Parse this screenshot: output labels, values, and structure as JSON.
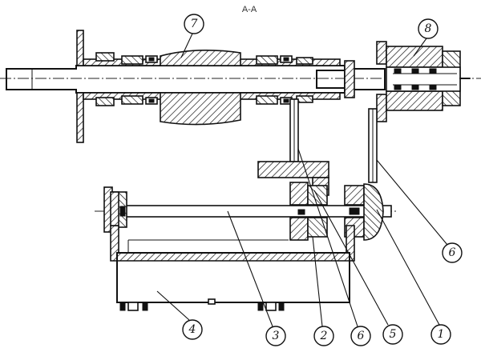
{
  "section_label": "A-A",
  "callouts": [
    "7",
    "8",
    "6",
    "4",
    "3",
    "2",
    "6",
    "5",
    "1"
  ]
}
